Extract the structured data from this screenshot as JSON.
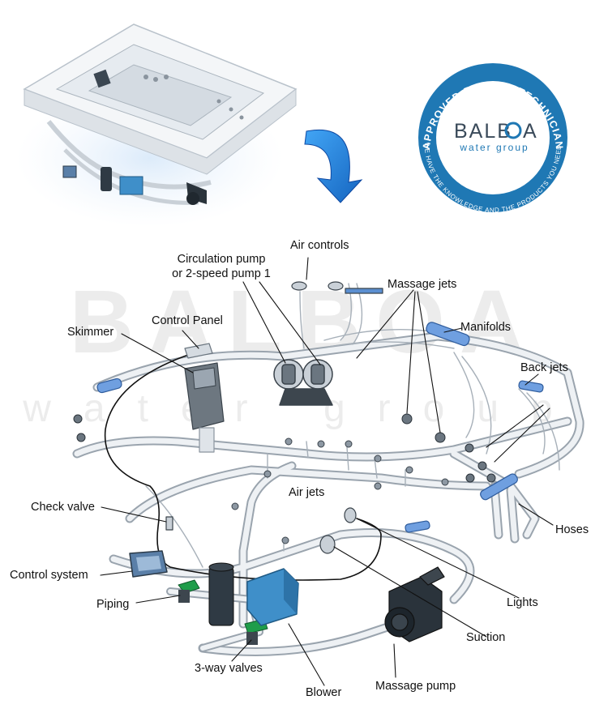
{
  "watermark": {
    "line1": "BALBOA",
    "line2": "water group"
  },
  "badge": {
    "ring_top": "APPROVED BALBOA TECHNICIAN",
    "ring_bottom": "WE HAVE THE KNOWLEDGE AND THE PRODUCTS YOU NEED.",
    "brand_left": "BALB",
    "brand_right": "A",
    "brand_sub": "water group",
    "colors": {
      "ring": "#1f78b4",
      "inner": "#ffffff",
      "text": "#3a4a5a"
    }
  },
  "labels": {
    "circulation_pump_1": "Circulation pump",
    "circulation_pump_2": "or 2-speed pump 1",
    "air_controls": "Air controls",
    "massage_jets": "Massage jets",
    "control_panel": "Control Panel",
    "skimmer": "Skimmer",
    "manifolds": "Manifolds",
    "back_jets": "Back jets",
    "air_jets": "Air jets",
    "check_valve": "Check valve",
    "hoses": "Hoses",
    "control_system": "Control system",
    "piping": "Piping",
    "lights": "Lights",
    "suction": "Suction",
    "three_way_valves": "3-way valves",
    "blower": "Blower",
    "massage_pump": "Massage pump"
  },
  "colors": {
    "pipe": "#e9edf2",
    "pipe_edge": "#9aa4ae",
    "accent_blue": "#4f8fd6",
    "arrow_blue": "#1e88e5",
    "dark": "#2f3a44"
  },
  "icons": [
    "curved-arrow-icon",
    "badge-seal-icon"
  ]
}
